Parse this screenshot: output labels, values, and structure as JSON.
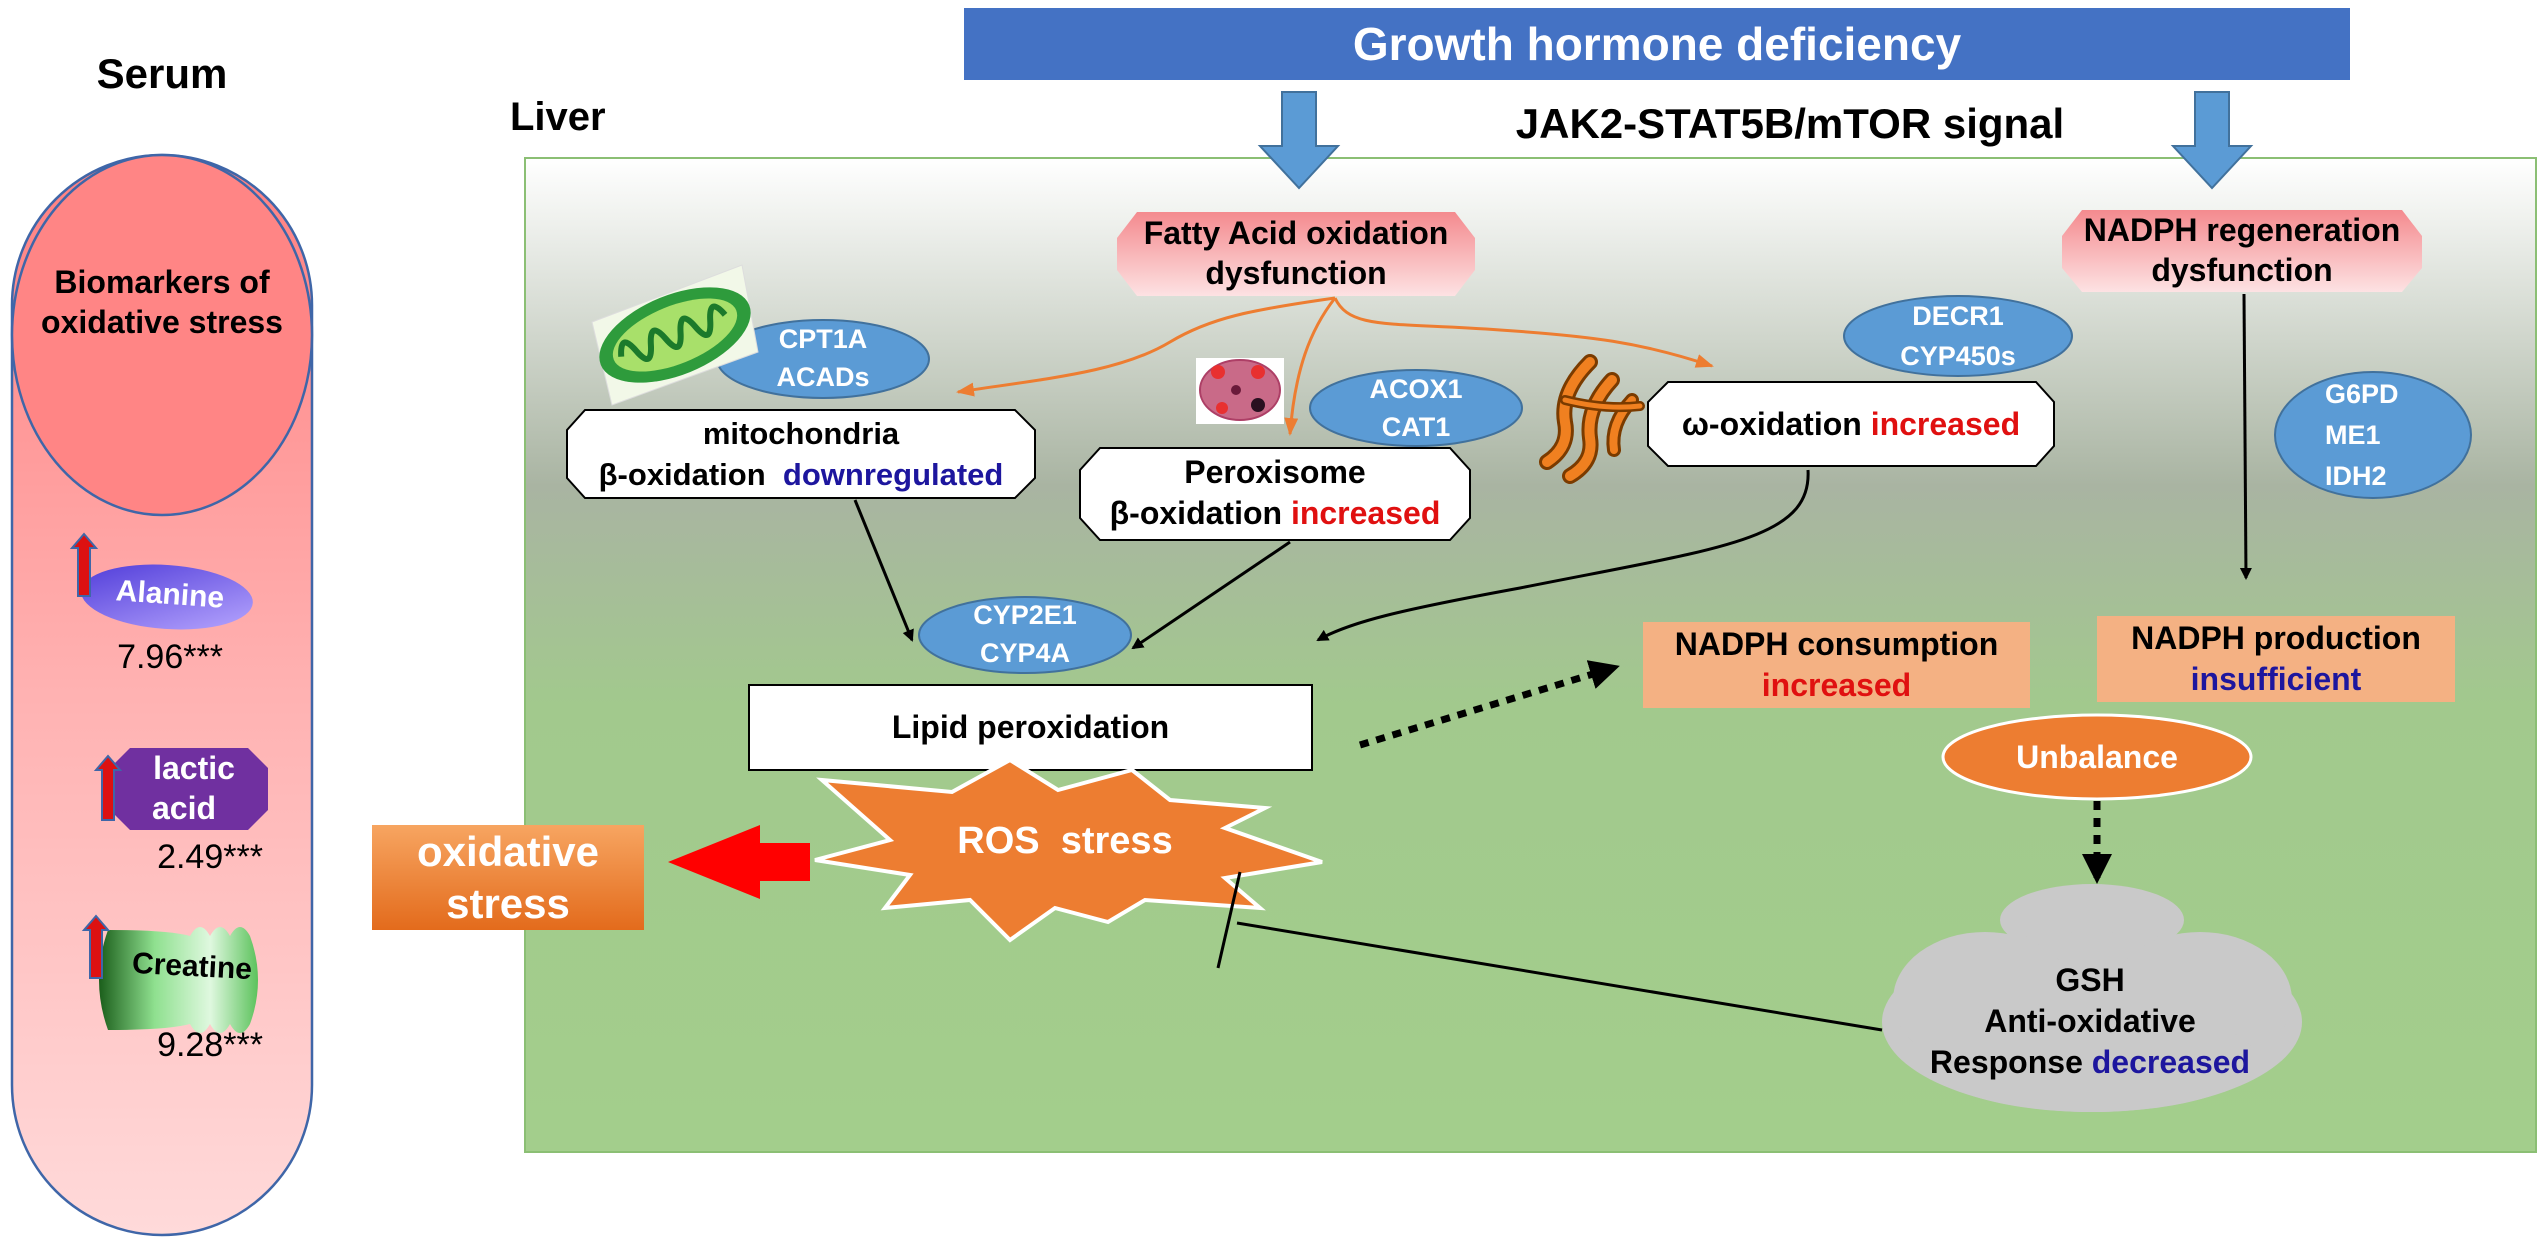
{
  "banner": {
    "title": "Growth hormone deficiency"
  },
  "labels": {
    "serum": "Serum",
    "liver": "Liver",
    "signal": "JAK2-STAT5B/mTOR signal"
  },
  "serum_panel": {
    "heading_line1": "Biomarkers of",
    "heading_line2": "oxidative stress",
    "markers": [
      {
        "name": "Alanine",
        "value": "7.96***"
      },
      {
        "name_line1": "lactic",
        "name_line2": "acid",
        "value": "2.49***"
      },
      {
        "name": "Creatine",
        "value": "9.28***"
      }
    ]
  },
  "nodes": {
    "fao_line1": "Fatty Acid oxidation",
    "fao_line2": "dysfunction",
    "nadph_regen_line1": "NADPH regeneration",
    "nadph_regen_line2": "dysfunction",
    "mito_line1": "mitochondria",
    "mito_line2_prefix": "β-oxidation",
    "mito_status": "downregulated",
    "perox_line1": "Peroxisome",
    "perox_line2_prefix": "β-oxidation",
    "perox_status": "increased",
    "omega_prefix": "ω-oxidation",
    "omega_status": "increased",
    "lipid": "Lipid peroxidation",
    "ros": "ROS  stress",
    "oxidative_line1": "oxidative",
    "oxidative_line2": "stress",
    "nadph_cons_line1": "NADPH consumption",
    "nadph_cons_status": "increased",
    "nadph_prod_line1": "NADPH production",
    "nadph_prod_status": "insufficient",
    "unbalance": "Unbalance",
    "gsh_line1": "GSH",
    "gsh_line2": "Anti-oxidative",
    "gsh_line3_prefix": "Response",
    "gsh_status": "decreased"
  },
  "genes": {
    "cpt1a": "CPT1A",
    "acads": "ACADs",
    "acox1": "ACOX1",
    "cat1": "CAT1",
    "decr1": "DECR1",
    "cyp450s": "CYP450s",
    "g6pd": "G6PD",
    "me1": "ME1",
    "idh2": "IDH2",
    "cyp2e1": "CYP2E1",
    "cyp4a": "CYP4A"
  },
  "colors": {
    "banner": "#4472c4",
    "gene_ellipse": "#5b9bd5",
    "increased": "#e01010",
    "decreased": "#1d169e",
    "orange": "#ed7d31",
    "nadph_box": "#f4b183"
  }
}
